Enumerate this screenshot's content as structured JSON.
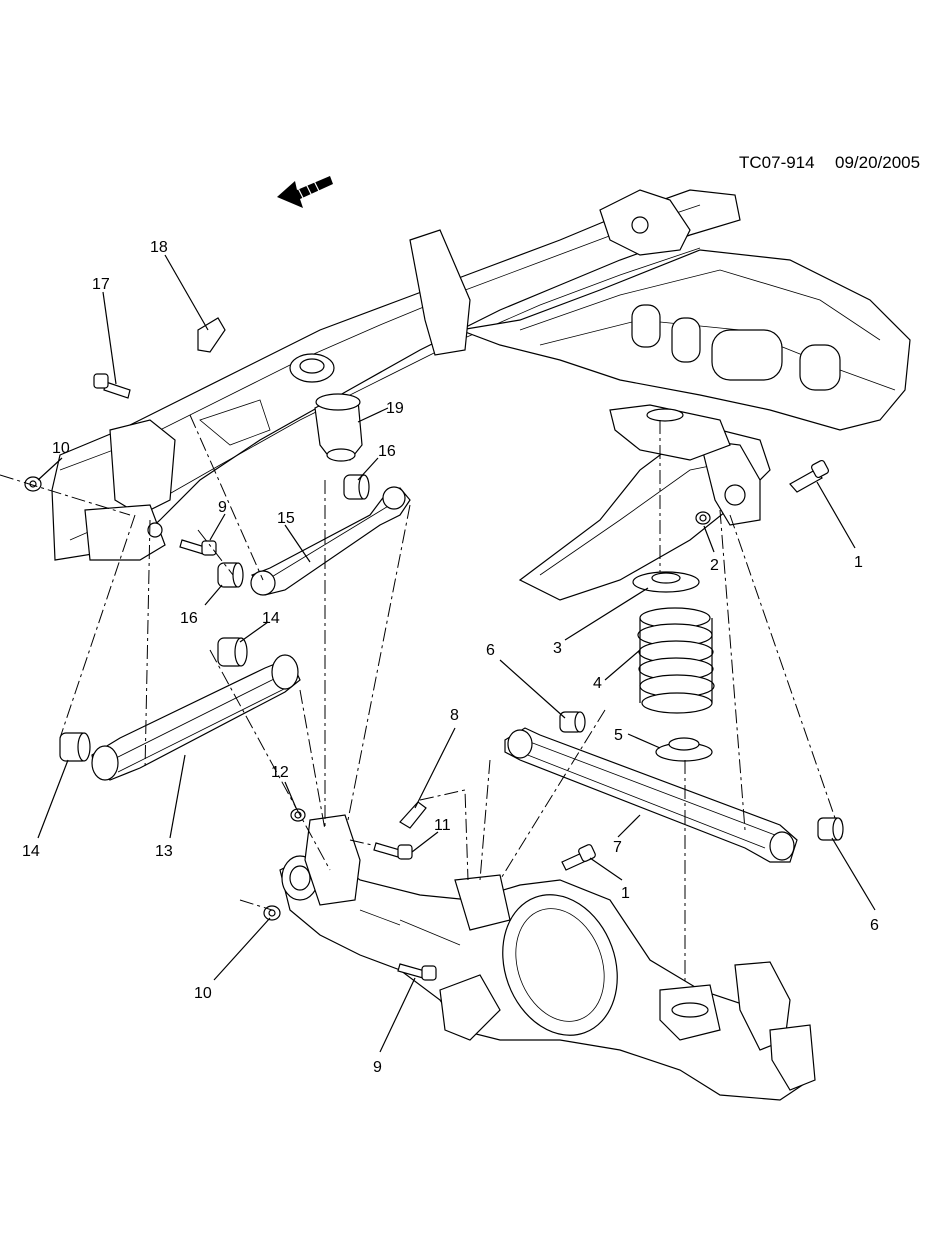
{
  "diagram": {
    "reference_code": "TC07-914",
    "date": "09/20/2005",
    "front_arrow_icon": "front-direction-arrow-icon",
    "callouts": [
      {
        "id": "c1a",
        "label": "1"
      },
      {
        "id": "c1b",
        "label": "1"
      },
      {
        "id": "c2",
        "label": "2"
      },
      {
        "id": "c3",
        "label": "3"
      },
      {
        "id": "c4",
        "label": "4"
      },
      {
        "id": "c5",
        "label": "5"
      },
      {
        "id": "c6a",
        "label": "6"
      },
      {
        "id": "c6b",
        "label": "6"
      },
      {
        "id": "c7",
        "label": "7"
      },
      {
        "id": "c8",
        "label": "8"
      },
      {
        "id": "c9a",
        "label": "9"
      },
      {
        "id": "c9b",
        "label": "9"
      },
      {
        "id": "c10a",
        "label": "10"
      },
      {
        "id": "c10b",
        "label": "10"
      },
      {
        "id": "c11",
        "label": "11"
      },
      {
        "id": "c12",
        "label": "12"
      },
      {
        "id": "c13",
        "label": "13"
      },
      {
        "id": "c14a",
        "label": "14"
      },
      {
        "id": "c14b",
        "label": "14"
      },
      {
        "id": "c15",
        "label": "15"
      },
      {
        "id": "c16a",
        "label": "16"
      },
      {
        "id": "c16b",
        "label": "16"
      },
      {
        "id": "c17",
        "label": "17"
      },
      {
        "id": "c18",
        "label": "18"
      },
      {
        "id": "c19",
        "label": "19"
      }
    ]
  }
}
